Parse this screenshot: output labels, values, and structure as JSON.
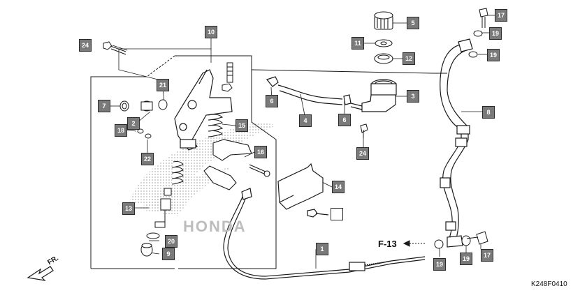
{
  "diagram": {
    "callouts": [
      {
        "id": "c1",
        "part": "1"
      },
      {
        "id": "c2",
        "part": "2"
      },
      {
        "id": "c3",
        "part": "3"
      },
      {
        "id": "c4",
        "part": "4"
      },
      {
        "id": "c5",
        "part": "5"
      },
      {
        "id": "c6a",
        "part": "6"
      },
      {
        "id": "c6b",
        "part": "6"
      },
      {
        "id": "c7",
        "part": "7"
      },
      {
        "id": "c8",
        "part": "8"
      },
      {
        "id": "c9",
        "part": "9"
      },
      {
        "id": "c10",
        "part": "10"
      },
      {
        "id": "c11",
        "part": "11"
      },
      {
        "id": "c12",
        "part": "12"
      },
      {
        "id": "c13",
        "part": "13"
      },
      {
        "id": "c14",
        "part": "14"
      },
      {
        "id": "c15",
        "part": "15"
      },
      {
        "id": "c16",
        "part": "16"
      },
      {
        "id": "c17a",
        "part": "17"
      },
      {
        "id": "c17b",
        "part": "17"
      },
      {
        "id": "c18",
        "part": "18"
      },
      {
        "id": "c19a",
        "part": "19"
      },
      {
        "id": "c19b",
        "part": "19"
      },
      {
        "id": "c19c",
        "part": "19"
      },
      {
        "id": "c19d",
        "part": "19"
      },
      {
        "id": "c20",
        "part": "20"
      },
      {
        "id": "c21",
        "part": "21"
      },
      {
        "id": "c22",
        "part": "22"
      },
      {
        "id": "c24a",
        "part": "24"
      },
      {
        "id": "c24b",
        "part": "24"
      }
    ],
    "reference_label": "F-13",
    "front_label": "FR.",
    "watermark_text": "HONDA",
    "diagram_code": "K248F0410"
  },
  "colors": {
    "callout_fill": "#7a7a7a",
    "line": "#1a1a1a",
    "watermark": "#bdbdbd"
  }
}
